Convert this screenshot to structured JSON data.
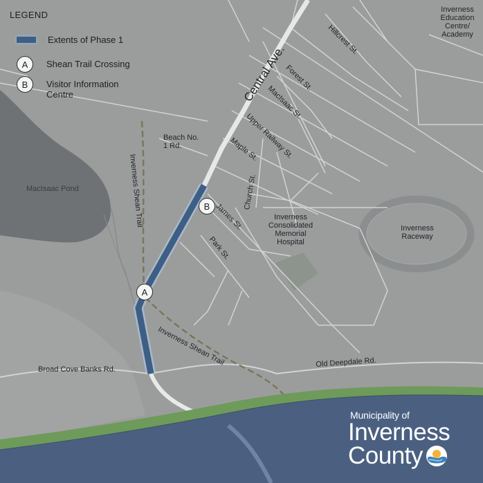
{
  "legend": {
    "title": "LEGEND",
    "items": [
      {
        "label": "Extents of Phase 1",
        "marker": "phase-line"
      },
      {
        "label": "Shean Trail Crossing",
        "marker": "A"
      },
      {
        "label": "Visitor Information Centre",
        "marker": "B"
      }
    ]
  },
  "markers": {
    "a": "A",
    "b": "B"
  },
  "places": {
    "education_centre": "Inverness Education Centre/ Academy",
    "maclsaac_pond": "MacIsaac Pond",
    "hospital": "Inverness Consolidated Memorial Hospital",
    "raceway": "Inverness Raceway"
  },
  "streets": {
    "central_ave": "Central Ave.",
    "hillcrest": "Hillcrest St.",
    "forest": "Forest St.",
    "maclsaac": "MacIsaac St.",
    "upper_railway": "Upper Railway St.",
    "maple": "Maple St.",
    "church": "Church St.",
    "james": "James St.",
    "park": "Park St.",
    "beach_no1": "Beach No. 1 Rd.",
    "broad_cove": "Broad Cove Banks Rd.",
    "old_deepdale": "Old Deepdale Rd."
  },
  "trails": {
    "shean_vertical": "Inverness Shean Trail",
    "shean_diagonal": "Inverness Shean Trail"
  },
  "logo": {
    "line1": "Municipality of",
    "line2": "Inverness",
    "line3": "County"
  },
  "colors": {
    "land": "#9a9c9c",
    "water": "#6f7275",
    "road": "#d6d8d8",
    "phase_line": "#3d5f86",
    "ocean_band": "#4a5f80",
    "shore_green": "#6e9a5a",
    "trail": "#78745e"
  },
  "icons": {
    "logo_mark": "wave-sun-icon"
  }
}
